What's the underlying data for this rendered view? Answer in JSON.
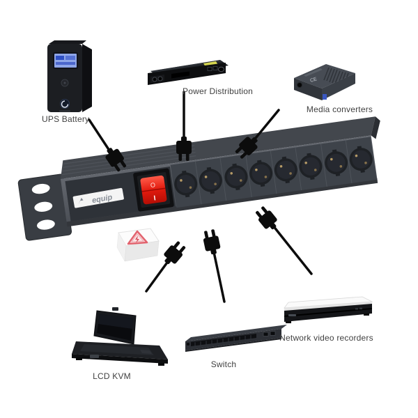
{
  "devices": [
    {
      "id": "ups-battery",
      "label": "UPS Battery"
    },
    {
      "id": "power-distribution",
      "label": "Power Distribution"
    },
    {
      "id": "media-converters",
      "label": "Media converters",
      "badge": "CE"
    },
    {
      "id": "lcd-kvm",
      "label": "LCD KVM"
    },
    {
      "id": "switch",
      "label": "Switch"
    },
    {
      "id": "network-video-recorders",
      "label": "Network video recorders"
    }
  ],
  "pdu": {
    "brand": "equip",
    "outlet_count": 8,
    "power_switch": {
      "off_label": "O",
      "on_label": "I",
      "color": "#e11a0e"
    }
  },
  "connectors": {
    "count": 6,
    "style": "two-pin-europlug",
    "color": "#0c0c0c"
  },
  "colors": {
    "background": "#ffffff",
    "pdu_body": "#565b62",
    "pdu_outlet_panel": "#3e434a",
    "outlet_dark": "#1e2125",
    "switch_red": "#e11a0e",
    "ups_lcd_blue": "#8fa6e8",
    "warning_red": "#e2636e",
    "label_text": "#3f3f3f"
  }
}
